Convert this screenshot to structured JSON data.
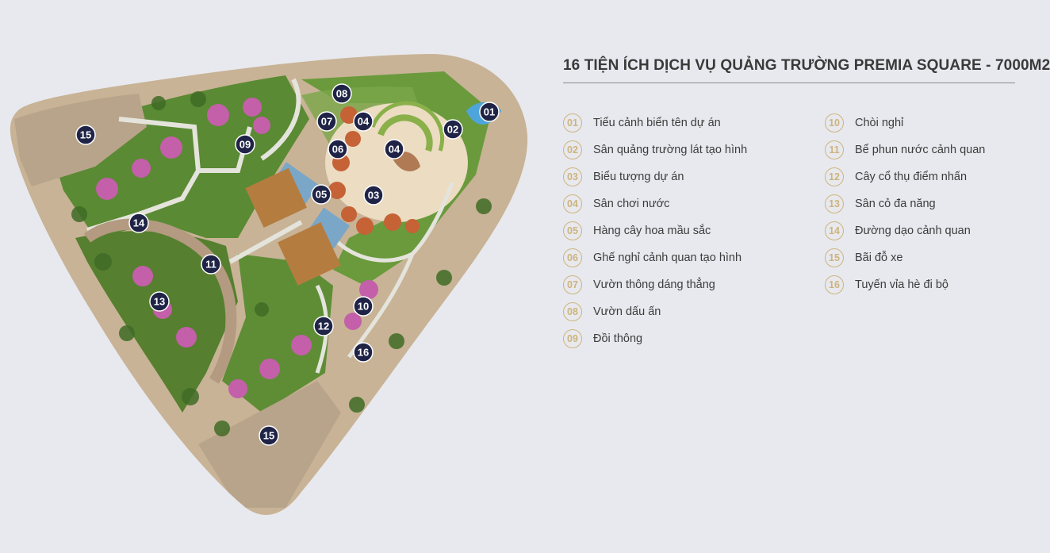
{
  "legend": {
    "title": "16 TIỆN ÍCH DỊCH VỤ QUẢNG TRƯỜNG PREMIA SQUARE - 7000M2",
    "left_items": [
      {
        "num": "01",
        "label": "Tiểu cảnh biển tên dự án"
      },
      {
        "num": "02",
        "label": "Sân quảng trường lát tạo hình"
      },
      {
        "num": "03",
        "label": "Biểu tượng dự án"
      },
      {
        "num": "04",
        "label": "Sân chơi nước"
      },
      {
        "num": "05",
        "label": "Hàng cây hoa mầu sắc"
      },
      {
        "num": "06",
        "label": "Ghế nghỉ cảnh quan tạo hình"
      },
      {
        "num": "07",
        "label": "Vườn thông dáng thẳng"
      },
      {
        "num": "08",
        "label": "Vườn dấu ấn"
      },
      {
        "num": "09",
        "label": "Đồi thông"
      }
    ],
    "right_items": [
      {
        "num": "10",
        "label": "Chòi nghỉ"
      },
      {
        "num": "11",
        "label": "Bể phun nước cảnh quan"
      },
      {
        "num": "12",
        "label": "Cây cổ thụ điểm nhấn"
      },
      {
        "num": "13",
        "label": "Sân cỏ đa năng"
      },
      {
        "num": "14",
        "label": "Đường dạo cảnh quan"
      },
      {
        "num": "15",
        "label": "Bãi đỗ xe"
      },
      {
        "num": "16",
        "label": "Tuyến vỉa hè đi bộ"
      }
    ]
  },
  "map_markers": [
    "08",
    "01",
    "07",
    "04",
    "02",
    "15",
    "09",
    "06",
    "04",
    "05",
    "03",
    "14",
    "11",
    "13",
    "10",
    "12",
    "16",
    "15"
  ],
  "colors": {
    "marker": "#1f2447",
    "badge": "#cdb47d",
    "grass": "#5c8a33",
    "plaza": "#ebdcc2",
    "path": "#e4e4dc",
    "paving": "#c2ad92"
  }
}
